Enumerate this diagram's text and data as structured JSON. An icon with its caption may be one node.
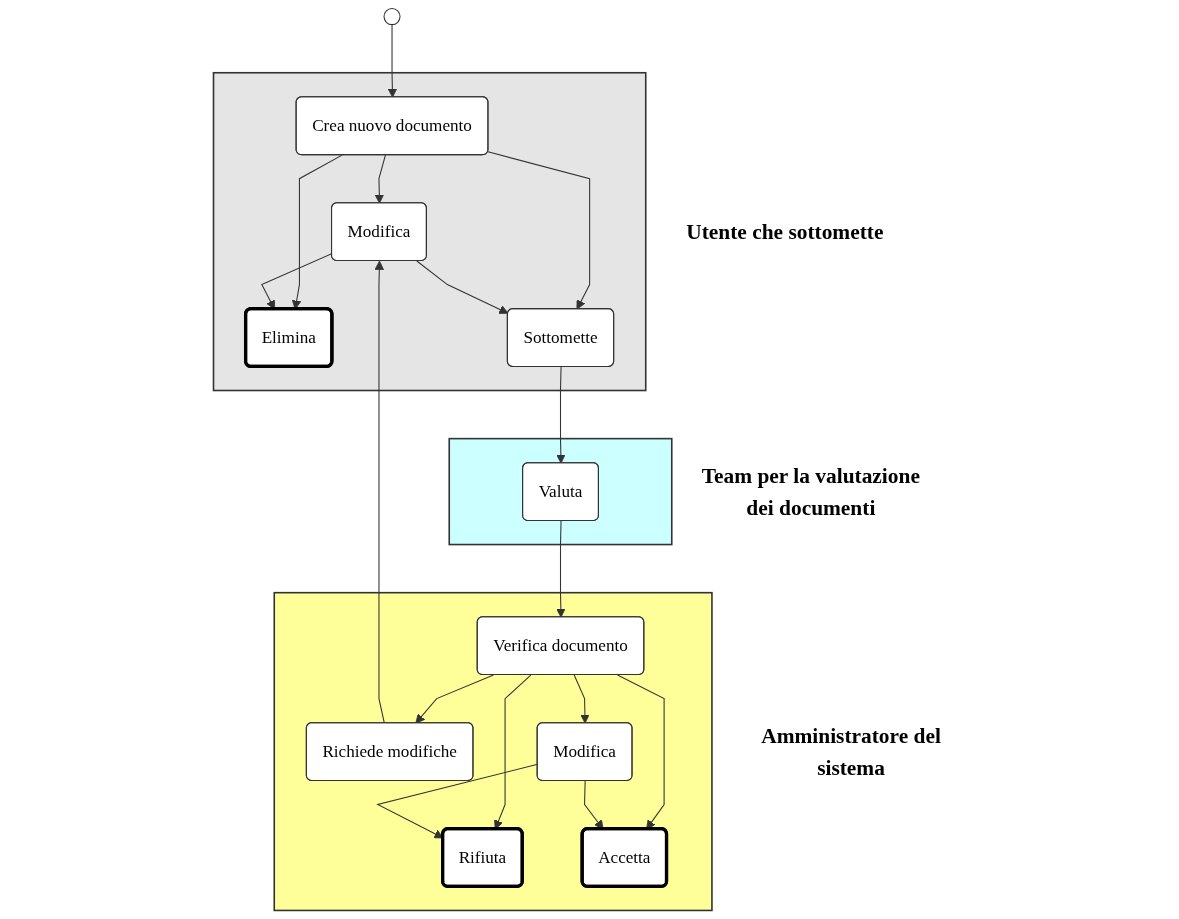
{
  "diagram": {
    "nodes": [
      {
        "text": [],
        "shape": "circle"
      },
      {
        "text": [
          "Utente che sottomette"
        ]
      },
      {
        "text": [
          "Crea nuovo documento"
        ],
        "in": 1
      },
      {
        "text": [
          "Elimina"
        ],
        "in": 1
      },
      {
        "text": [
          "Modifica"
        ],
        "in": 1
      },
      {
        "text": [
          "Sottomette"
        ],
        "in": 1
      },
      {
        "text": [
          "Team per la valutazione dei documenti"
        ]
      },
      {
        "text": [
          "Valuta"
        ],
        "in": 6
      },
      {
        "text": [
          "Amministratore del sistema"
        ]
      },
      {
        "text": [
          "Richiede modifiche"
        ],
        "in": 8
      },
      {
        "text": [
          "Verifica documento"
        ],
        "in": 8
      },
      {
        "text": [
          "Rifiuta"
        ],
        "in": 8
      },
      {
        "text": [
          "Modifica"
        ],
        "in": 8
      },
      {
        "text": [
          "Accetta"
        ],
        "in": 8
      }
    ],
    "edges": [
      {
        "from": 0,
        "to": 2,
        "arrow": "to"
      },
      {
        "from": 2,
        "to": 3,
        "arrow": "to"
      },
      {
        "from": 2,
        "to": 4,
        "arrow": "to"
      },
      {
        "from": 2,
        "to": 5,
        "arrow": "to"
      },
      {
        "from": 4,
        "to": 3,
        "arrow": "to"
      },
      {
        "from": 4,
        "to": 5,
        "arrow": "to"
      },
      {
        "from": 5,
        "to": 7,
        "arrow": "to"
      },
      {
        "from": 7,
        "to": 10,
        "arrow": "to"
      },
      {
        "from": 9,
        "to": 4,
        "arrow": "to"
      },
      {
        "from": 10,
        "to": 9,
        "arrow": "to"
      },
      {
        "from": 10,
        "to": 11,
        "arrow": "to"
      },
      {
        "from": 10,
        "to": 12,
        "arrow": "to"
      },
      {
        "from": 10,
        "to": 13,
        "arrow": "to"
      },
      {
        "from": 12,
        "to": 11,
        "arrow": "to"
      },
      {
        "from": 12,
        "to": 13,
        "arrow": "to"
      }
    ]
  }
}
